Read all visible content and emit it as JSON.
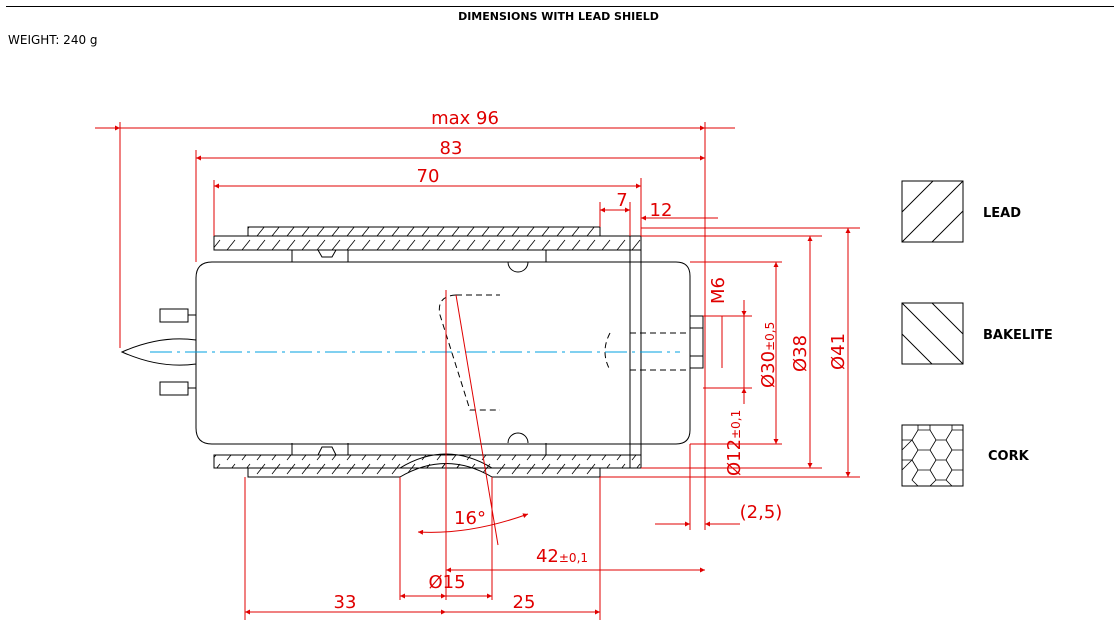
{
  "header": {
    "title": "DIMENSIONS WITH LEAD SHIELD",
    "weight": "WEIGHT: 240 g"
  },
  "dimensions": {
    "max_length": "max 96",
    "overall": "83",
    "body": "70",
    "d7": "7",
    "d12": "12",
    "thread": "M6",
    "d30": "Ø30",
    "d30_tol": "±0,5",
    "d38": "Ø38",
    "d41": "Ø41",
    "d12dia": "Ø12",
    "d12_tol": "±0,1",
    "d25gap": "(2,5)",
    "angle": "16°",
    "d42": "42",
    "d42_tol": "±0,1",
    "d15": "Ø15",
    "d33": "33",
    "d25": "25"
  },
  "legend": [
    {
      "label": "LEAD",
      "pattern": "lead"
    },
    {
      "label": "BAKELITE",
      "pattern": "bakelite"
    },
    {
      "label": "CORK",
      "pattern": "cork"
    }
  ],
  "colors": {
    "dimension": "#e00000",
    "outline": "#000000",
    "centerline": "#00a0e0"
  }
}
